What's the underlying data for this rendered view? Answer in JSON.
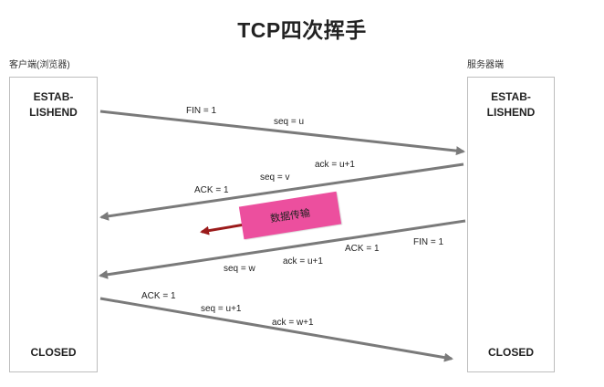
{
  "title": "TCP四次挥手",
  "client": {
    "label": "客户端(浏览器)",
    "state_start_line1": "ESTAB-",
    "state_start_line2": "LISHEND",
    "state_end": "CLOSED"
  },
  "server": {
    "label": "服务器端",
    "state_start_line1": "ESTAB-",
    "state_start_line2": "LISHEND",
    "state_end": "CLOSED"
  },
  "messages": [
    {
      "direction": "client-to-server",
      "labels": [
        "FIN = 1",
        "seq = u"
      ]
    },
    {
      "direction": "server-to-client",
      "labels": [
        "ack = u+1",
        "seq = v",
        "ACK = 1"
      ]
    },
    {
      "direction": "server-to-client",
      "labels": [
        "FIN = 1",
        "ACK = 1",
        "ack = u+1",
        "seq = w"
      ]
    },
    {
      "direction": "client-to-server",
      "labels": [
        "ACK = 1",
        "seq = u+1",
        "ack = w+1"
      ]
    }
  ],
  "data_transfer": {
    "label": "数据传输",
    "direction": "server-to-client",
    "color": "#ec4f9e",
    "arrow_color": "#9b1b1b"
  },
  "colors": {
    "arrow": "#7a7a7a",
    "lane_border": "#bdbdbd"
  }
}
